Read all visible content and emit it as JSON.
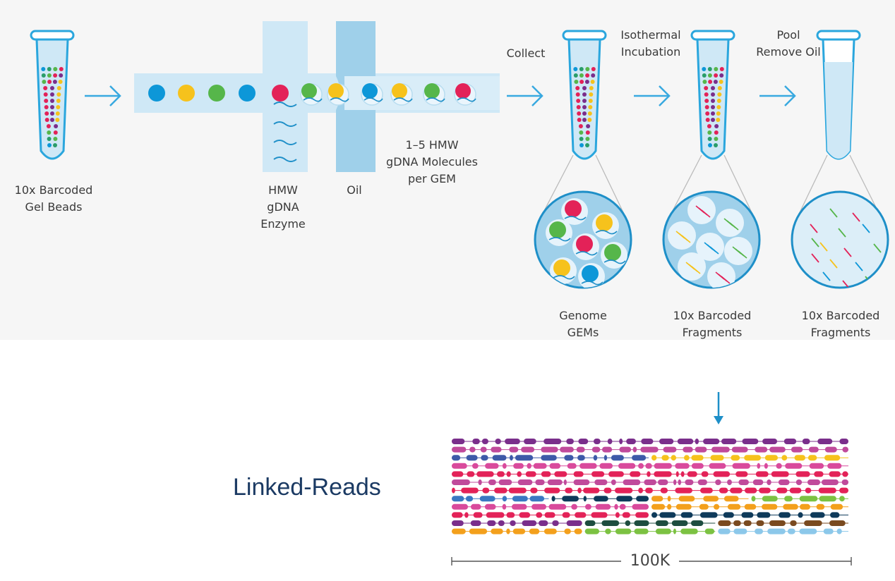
{
  "labels": {
    "gel_beads": "10x Barcoded\nGel Beads",
    "hmw_enzyme": "HMW\ngDNA\nEnzyme",
    "oil": "Oil",
    "molecules_per_gem": "1–5 HMW\ngDNA Molecules\nper GEM",
    "collect": "Collect",
    "isothermal": "Isothermal\nIncubation",
    "pool": "Pool\nRemove Oil",
    "genome_gems": "Genome\nGEMs",
    "barcoded_fragments_1": "10x Barcoded\nFragments",
    "barcoded_fragments_2": "10x Barcoded\nFragments",
    "linked_reads": "Linked-Reads",
    "scale": "100K"
  },
  "colors": {
    "blue": "#0d97d8",
    "yellow": "#f6c21c",
    "green": "#56b64a",
    "magenta": "#e32258",
    "purple": "#7a2e8b",
    "teal": "#2a9d6a",
    "channel": "#cfe8f6",
    "oil_channel": "#9fd0ea",
    "tube_fill": "#cfe8f6",
    "tube_outline": "#2aa6dd",
    "arrow": "#39a9e0",
    "title_navy": "#1b3a63"
  },
  "icons": {
    "step_arrow": "right-arrow-icon",
    "down_arrow": "down-arrow-icon"
  }
}
